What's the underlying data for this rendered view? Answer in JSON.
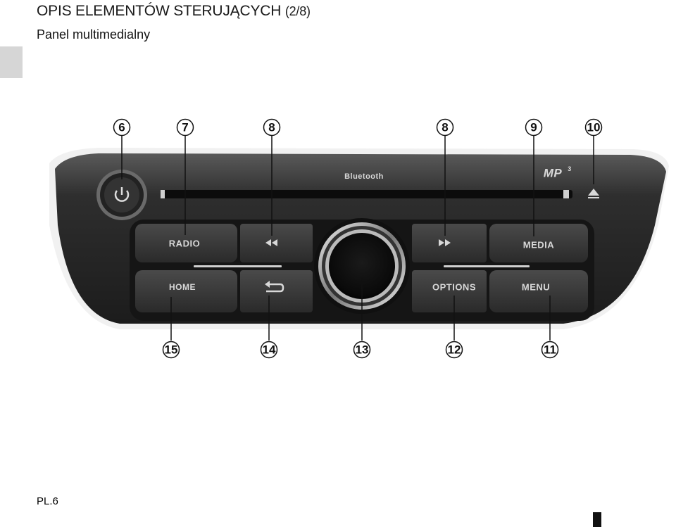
{
  "header": {
    "title": "OPIS ELEMENTÓW STERUJĄCYCH",
    "page_indicator": "(2/8)",
    "subtitle": "Panel multimedialny"
  },
  "footer": {
    "page_label": "PL.6"
  },
  "panel": {
    "brand_text": "Bluetooth",
    "mp3_text": "MP",
    "buttons": {
      "radio": "RADIO",
      "media": "MEDIA",
      "home": "HOME",
      "options": "OPTIONS",
      "menu": "MENU"
    }
  },
  "callouts": {
    "power": "6",
    "radio": "7",
    "prev": "8",
    "next": "8",
    "media": "9",
    "eject": "10",
    "menu": "11",
    "options": "12",
    "knob": "13",
    "back": "14",
    "home": "15"
  },
  "icons": {
    "power": "power-icon",
    "prev": "rewind-icon",
    "next": "fast-forward-icon",
    "back": "back-arrow-icon",
    "eject": "eject-icon"
  },
  "colors": {
    "panel_dark": "#2a2a2a",
    "button_face": "#3a3a3a",
    "label_light": "#d8d8d8"
  }
}
